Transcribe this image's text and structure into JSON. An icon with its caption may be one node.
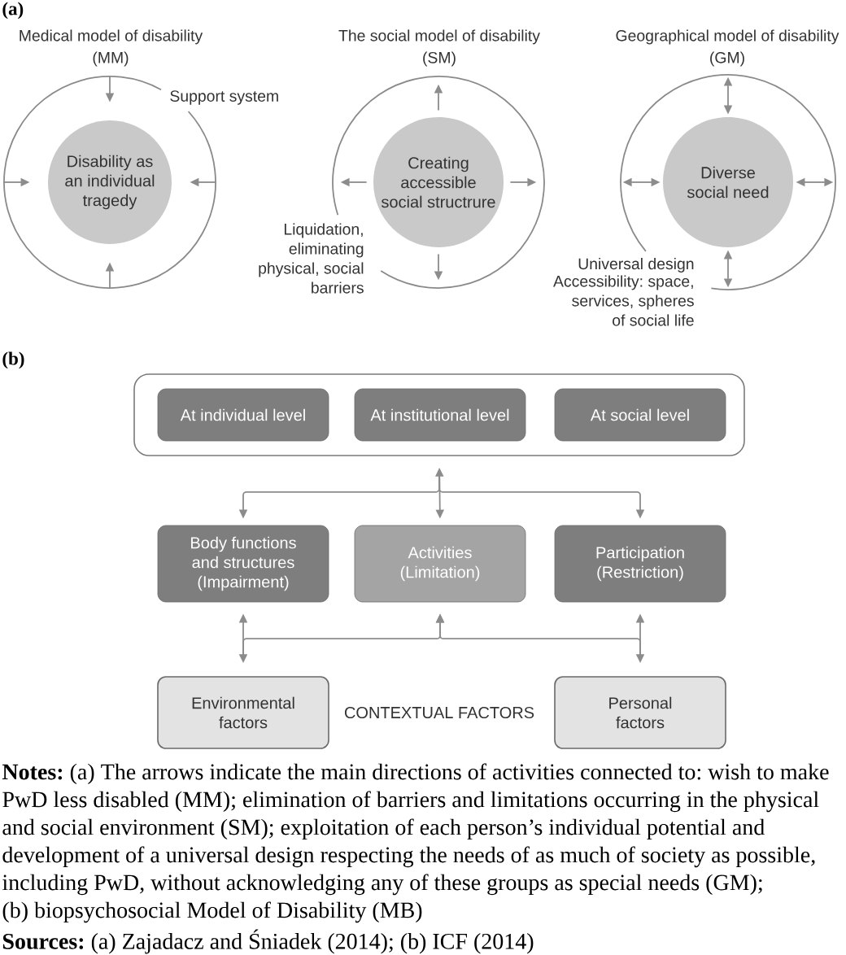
{
  "diagram": {
    "caption": "**Notes:** (a) The arrows indicate the main directions of activities connected to: wish to make PwD less disabled (MM); elimination of barriers and limitations occurring in the physical and social environment (SM); exploitation of each person’s individual potential and development of a universal design respecting the needs of as much of society as possible, including PwD, without acknowledging any of these groups as special needs (GM);",
    "nodes": [
      {
        "text": [],
        "shape": "circle",
        "beside": [
          "Medical model of disability (MM)",
          "Support system"
        ]
      },
      {
        "text": [
          "Disability as an individual tragedy"
        ],
        "in": 0
      },
      {
        "text": [],
        "shape": "circle",
        "beside": [
          "The social model of disability (SM)",
          "Liquidation, eliminating physical, social barriers"
        ]
      },
      {
        "text": [
          "Creating accessible social structrure"
        ],
        "in": 2
      },
      {
        "text": [],
        "shape": "circle",
        "beside": [
          "Geographical model of disability (GM)",
          "Universal design",
          "Accessibility: space, services, spheres of social life"
        ]
      },
      {
        "text": [
          "Diverse social need"
        ],
        "in": 4
      },
      {
        "text": [],
        "shape": "box"
      },
      {
        "text": [
          "At individual level"
        ],
        "in": 6
      },
      {
        "text": [
          "At institutional level"
        ],
        "in": 6
      },
      {
        "text": [
          "At social level"
        ],
        "in": 6
      },
      {
        "text": [
          "Body functions and structures (Impairment)"
        ]
      },
      {
        "text": [
          "Activities (Limitation)"
        ]
      },
      {
        "text": [
          "Participation (Restriction)"
        ]
      },
      {
        "text": [
          "Environmental factors"
        ]
      },
      {
        "text": [
          "Personal factors"
        ]
      }
    ],
    "edges": [
      {
        "from": 0,
        "to": 1,
        "arrow": "to"
      },
      {
        "from": 0,
        "to": 1,
        "arrow": "to"
      },
      {
        "from": 0,
        "to": 1,
        "arrow": "to"
      },
      {
        "from": 0,
        "to": 1,
        "arrow": "to"
      },
      {
        "from": 3,
        "to": 2,
        "arrow": "to"
      },
      {
        "from": 3,
        "to": 2,
        "arrow": "to"
      },
      {
        "from": 3,
        "to": 2,
        "arrow": "to"
      },
      {
        "from": 3,
        "to": 2,
        "arrow": "to"
      },
      {
        "from": 4,
        "to": 5,
        "arrow": "both"
      },
      {
        "from": 4,
        "to": 5,
        "arrow": "both"
      },
      {
        "from": 4,
        "to": 5,
        "arrow": "both"
      },
      {
        "from": 4,
        "to": 5,
        "arrow": "both"
      },
      {
        "from": 6,
        "to": 10,
        "arrow": "to"
      },
      {
        "from": 6,
        "to": 11,
        "arrow": "both"
      },
      {
        "from": 6,
        "to": 12,
        "arrow": "to"
      },
      {
        "from": 10,
        "to": 13,
        "arrow": "both"
      },
      {
        "from": 12,
        "to": 14,
        "arrow": "both"
      },
      {
        "from": 13,
        "to": 11,
        "arrow": "to"
      },
      {
        "from": 14,
        "to": 11,
        "arrow": "to"
      }
    ],
    "labels": [
      "(a)",
      "(b)",
      "CONTEXTUAL FACTORS",
      "(b) biopsychosocial Model of Disability (MB)",
      "**Sources:** (a) Zajadacz and Śniadek (2014); (b) ICF (2014)"
    ]
  }
}
